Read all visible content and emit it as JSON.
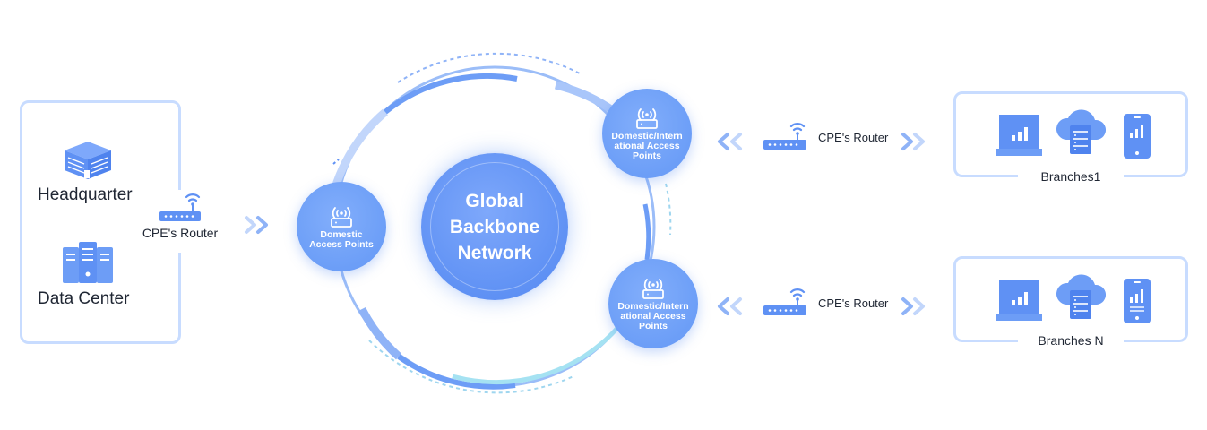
{
  "left_panel": {
    "headquarter_label": "Headquarter",
    "datacenter_label": "Data Center",
    "headquarter_icon": "building-icon",
    "datacenter_icon": "server-rack-icon"
  },
  "cpe_router_left": {
    "label": "CPE's Router",
    "icon": "wifi-router-icon"
  },
  "cpe_router_top": {
    "label": "CPE's Router",
    "icon": "wifi-router-icon"
  },
  "cpe_router_bottom": {
    "label": "CPE's Router",
    "icon": "wifi-router-icon"
  },
  "access_points": {
    "domestic": "Domestic\nAccess Points",
    "top": "Domestic/Intern\national Access\nPoints",
    "bottom": "Domestic/Intern\national Access\nPoints"
  },
  "center": {
    "title": "Global\nBackbone\nNetwork"
  },
  "branches": {
    "branch1_label": "Branches1",
    "branchN_label": "Branches N",
    "icons": [
      "laptop-chart-icon",
      "cloud-server-icon",
      "mobile-chart-icon"
    ]
  },
  "colors": {
    "primary": "#5f91f4",
    "light": "#c8dcff",
    "accent_cyan": "#8fd8ef",
    "text": "#1f2633"
  }
}
